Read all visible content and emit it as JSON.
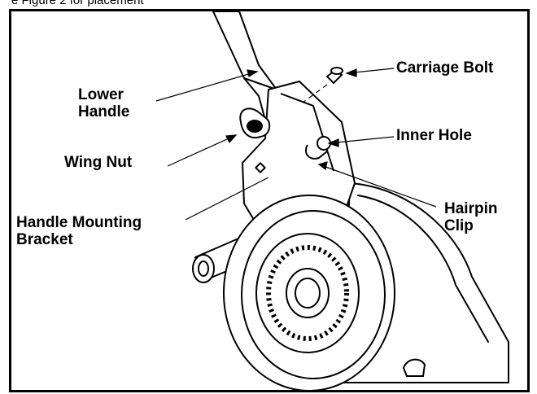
{
  "caption": "e Figure 2 for placement",
  "labels": {
    "lower_handle": [
      "Lower",
      "Handle"
    ],
    "carriage_bolt": "Carriage Bolt",
    "inner_hole": "Inner Hole",
    "wing_nut": "Wing Nut",
    "hairpin_clip": [
      "Hairpin",
      "Clip"
    ],
    "mounting_bracket": [
      "Handle Mounting",
      "Bracket"
    ]
  }
}
